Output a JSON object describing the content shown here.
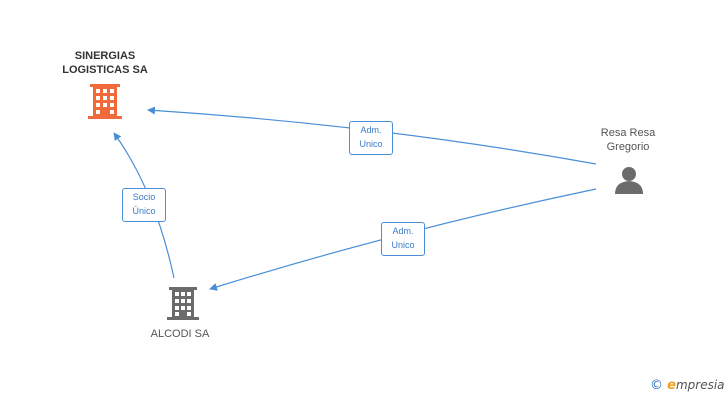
{
  "nodes": {
    "sinergias": {
      "name": "SINERGIAS LOGISTICAS SA",
      "line1": "SINERGIAS",
      "line2": "LOGISTICAS SA"
    },
    "alcodi": {
      "name": "ALCODI SA"
    },
    "resa": {
      "line1": "Resa Resa",
      "line2": "Gregorio"
    }
  },
  "edges": {
    "resa_to_sinergias": {
      "line1": "Adm.",
      "line2": "Unico"
    },
    "resa_to_alcodi": {
      "line1": "Adm.",
      "line2": "Unico"
    },
    "alcodi_to_sinergias": {
      "line1": "Socio",
      "line2": "Único"
    }
  },
  "colors": {
    "main_company": "#f06a3c",
    "company": "#6b6b6b",
    "person": "#6b6b6b",
    "edge": "#4a8fd6"
  },
  "watermark": {
    "copyright": "©",
    "brand_initial": "e",
    "brand_rest": "mpresia"
  }
}
